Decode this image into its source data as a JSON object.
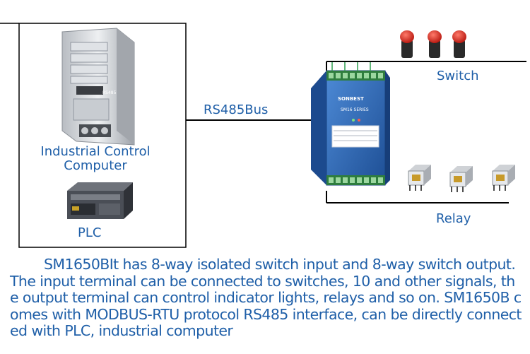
{
  "labels": {
    "pc": "Industrial Control Computer",
    "plc": "PLC",
    "bus": "RS485Bus",
    "switch": "Switch",
    "relay": "Relay"
  },
  "module": {
    "brand": "SONBEST",
    "series": "SM16 SERIES"
  },
  "pc_tag": "RS485",
  "description": "SM1650BIt has 8-way isolated switch input and 8-way switch output. The input terminal can be connected to switches, 10 and other signals, the output terminal can control indicator lights, relays and so on. SM1650B comes with MODBUS-RTU protocol RS485 interface, can be directly connected with PLC, industrial computer",
  "colors": {
    "text": "#1f5fa8",
    "module_blue": "#2f6fc0",
    "terminal_green": "#3aa35a",
    "switch_red": "#d9261c",
    "line": "#000000"
  }
}
